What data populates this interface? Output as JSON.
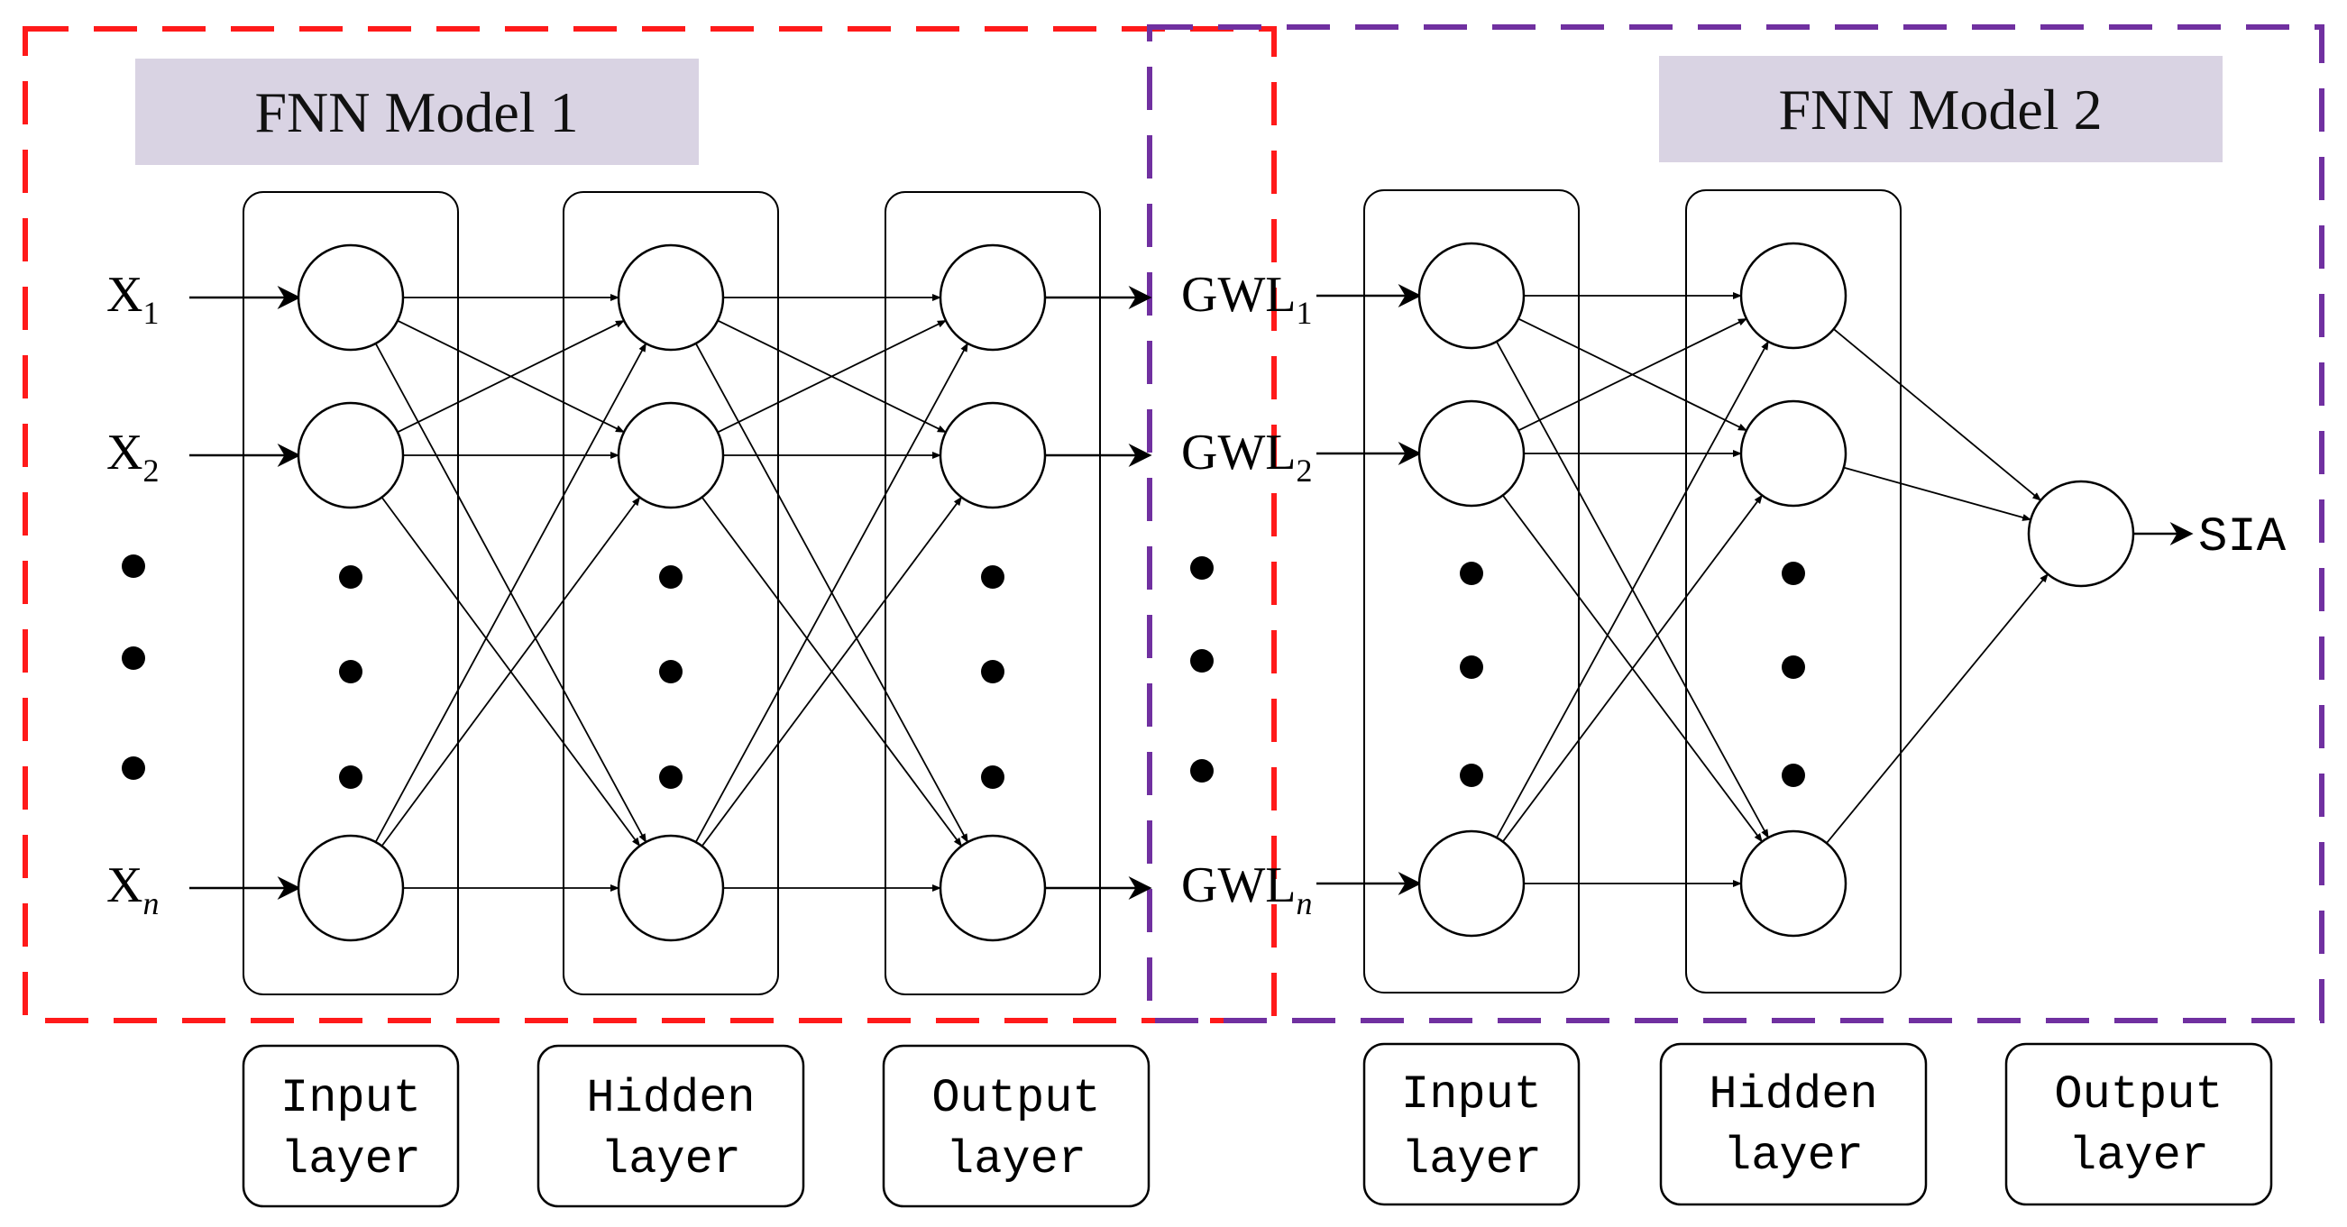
{
  "colors": {
    "model1_border": "#ff1a1a",
    "model2_border": "#7030a0",
    "title_fill": "#d9d3e3",
    "line": "#000000"
  },
  "model1": {
    "title": "FNN Model 1",
    "inputs": [
      {
        "main": "X",
        "sub": "1"
      },
      {
        "main": "X",
        "sub": "2"
      },
      {
        "main": "X",
        "sub": "n"
      }
    ],
    "outputs": [
      {
        "main": "GWL",
        "sub": "1"
      },
      {
        "main": "GWL",
        "sub": "2"
      },
      {
        "main": "GWL",
        "sub": "n"
      }
    ],
    "captions": [
      {
        "line1": "Input",
        "line2": "layer"
      },
      {
        "line1": "Hidden",
        "line2": "layer"
      },
      {
        "line1": "Output",
        "line2": "layer"
      }
    ]
  },
  "model2": {
    "title": "FNN Model 2",
    "output_label": "SIA",
    "captions": [
      {
        "line1": "Input",
        "line2": "layer"
      },
      {
        "line1": "Hidden",
        "line2": "layer"
      },
      {
        "line1": "Output",
        "line2": "layer"
      }
    ]
  }
}
